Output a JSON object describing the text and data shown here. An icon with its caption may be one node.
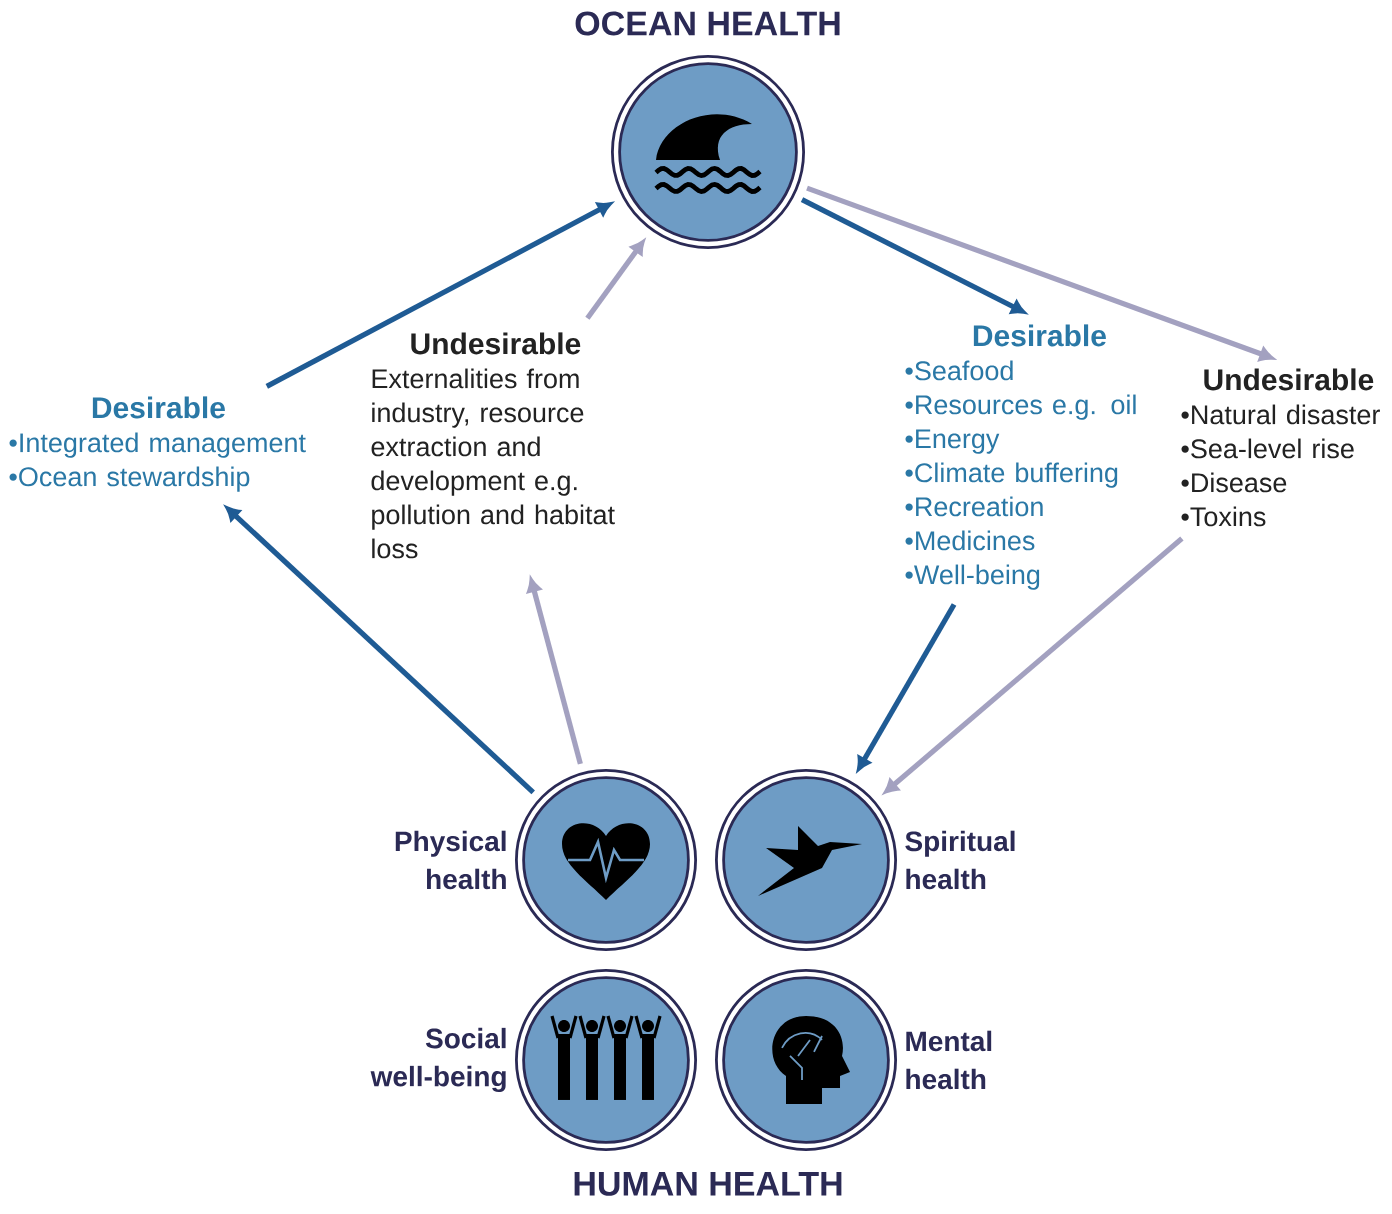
{
  "diagram": {
    "nodes": [
      {
        "text": [
          "OCEAN HEALTH"
        ]
      },
      {
        "text": [
          "Desirable",
          "•Integrated management",
          "•Ocean stewardship"
        ]
      },
      {
        "text": [
          "Undesirable",
          "Externalities from industry, resource extraction and development e.g. pollution and habitat loss"
        ]
      },
      {
        "text": [
          "Desirable",
          "•Seafood",
          "•Resources e.g. oil",
          "•Energy",
          "•Climate buffering",
          "•Recreation",
          "•Medicines",
          "•Well-being"
        ]
      },
      {
        "text": [
          "Undesirable",
          "•Natural disaster",
          "•Sea-level rise",
          "•Disease",
          "•Toxins"
        ]
      },
      {
        "text": [
          "Physical health"
        ]
      },
      {
        "text": [
          "Spiritual health"
        ]
      },
      {
        "text": [
          "Social well-being"
        ]
      },
      {
        "text": [
          "Mental health"
        ]
      }
    ],
    "edges": [
      {
        "from": 5,
        "to": 1,
        "arrow": "to",
        "color": "#1f5b94"
      },
      {
        "from": 1,
        "to": 0,
        "arrow": "to",
        "color": "#1f5b94"
      },
      {
        "from": 5,
        "to": 2,
        "arrow": "to",
        "color": "#a3a1c0"
      },
      {
        "from": 2,
        "to": 0,
        "arrow": "to",
        "color": "#a3a1c0"
      },
      {
        "from": 0,
        "to": 3,
        "arrow": "to",
        "color": "#1f5b94"
      },
      {
        "from": 3,
        "to": 6,
        "arrow": "to",
        "color": "#1f5b94"
      },
      {
        "from": 0,
        "to": 4,
        "arrow": "to",
        "color": "#a3a1c0"
      },
      {
        "from": 4,
        "to": 6,
        "arrow": "to",
        "color": "#a3a1c0"
      }
    ],
    "labels": [
      "HUMAN HEALTH"
    ]
  }
}
